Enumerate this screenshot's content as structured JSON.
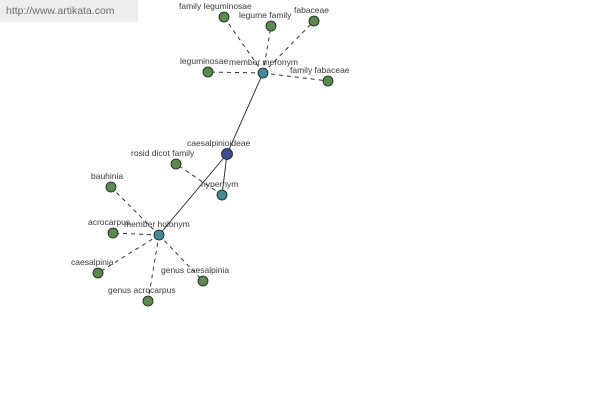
{
  "source_url": "http://www.artikata.com",
  "colors": {
    "leaf": "#5a8a4c",
    "relation": "#3f8c96",
    "center": "#3b4c90"
  },
  "nodes": [
    {
      "id": "caesalpinioideae",
      "label": "caesalpinioideae",
      "kind": "center"
    },
    {
      "id": "member-meronym",
      "label": "member meronym",
      "kind": "relation"
    },
    {
      "id": "hypernym",
      "label": "hypernym",
      "kind": "relation"
    },
    {
      "id": "member-holonym",
      "label": "member holonym",
      "kind": "relation"
    },
    {
      "id": "family-leguminosae",
      "label": "family leguminosae",
      "kind": "leaf"
    },
    {
      "id": "legume-family",
      "label": "legume family",
      "kind": "leaf"
    },
    {
      "id": "fabaceae",
      "label": "fabaceae",
      "kind": "leaf"
    },
    {
      "id": "leguminosae",
      "label": "leguminosae",
      "kind": "leaf"
    },
    {
      "id": "family-fabaceae",
      "label": "family fabaceae",
      "kind": "leaf"
    },
    {
      "id": "rosid-dicot-family",
      "label": "rosid dicot family",
      "kind": "leaf"
    },
    {
      "id": "bauhinia",
      "label": "bauhinia",
      "kind": "leaf"
    },
    {
      "id": "acrocarpus",
      "label": "acrocarpus",
      "kind": "leaf"
    },
    {
      "id": "caesalpinia",
      "label": "caesalpinia",
      "kind": "leaf"
    },
    {
      "id": "genus-caesalpinia",
      "label": "genus caesalpinia",
      "kind": "leaf"
    },
    {
      "id": "genus-acrocarpus",
      "label": "genus acrocarpus",
      "kind": "leaf"
    }
  ],
  "edges": [
    {
      "from": "caesalpinioideae",
      "to": "member-meronym",
      "style": "solid"
    },
    {
      "from": "caesalpinioideae",
      "to": "hypernym",
      "style": "solid"
    },
    {
      "from": "caesalpinioideae",
      "to": "member-holonym",
      "style": "solid"
    },
    {
      "from": "member-meronym",
      "to": "family-leguminosae",
      "style": "dashed"
    },
    {
      "from": "member-meronym",
      "to": "legume-family",
      "style": "dashed"
    },
    {
      "from": "member-meronym",
      "to": "fabaceae",
      "style": "dashed"
    },
    {
      "from": "member-meronym",
      "to": "leguminosae",
      "style": "dashed"
    },
    {
      "from": "member-meronym",
      "to": "family-fabaceae",
      "style": "dashed"
    },
    {
      "from": "hypernym",
      "to": "rosid-dicot-family",
      "style": "dashed"
    },
    {
      "from": "member-holonym",
      "to": "bauhinia",
      "style": "dashed"
    },
    {
      "from": "member-holonym",
      "to": "acrocarpus",
      "style": "dashed"
    },
    {
      "from": "member-holonym",
      "to": "caesalpinia",
      "style": "dashed"
    },
    {
      "from": "member-holonym",
      "to": "genus-caesalpinia",
      "style": "dashed"
    },
    {
      "from": "member-holonym",
      "to": "genus-acrocarpus",
      "style": "dashed"
    }
  ]
}
